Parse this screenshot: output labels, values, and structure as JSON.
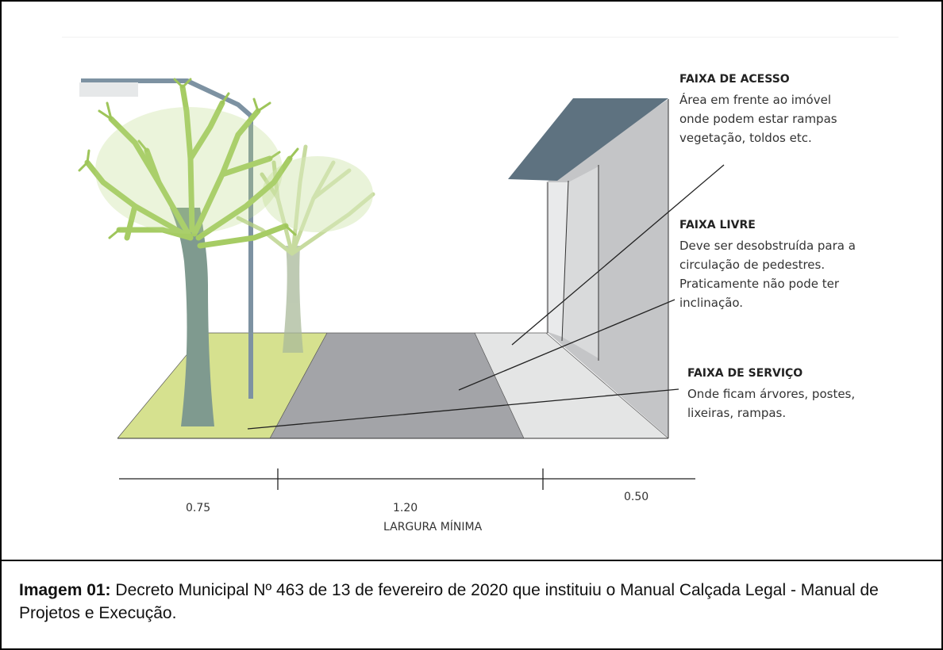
{
  "labels": {
    "acesso": {
      "title": "FAIXA DE ACESSO",
      "lines": [
        "Área em frente ao imóvel",
        "onde podem estar rampas",
        "vegetação, toldos etc."
      ]
    },
    "livre": {
      "title": "FAIXA LIVRE",
      "lines": [
        "Deve ser desobstruída para a",
        "circulação de pedestres.",
        "Praticamente não pode ter",
        "inclinação."
      ]
    },
    "servico": {
      "title": "FAIXA DE SERVIÇO",
      "lines": [
        "Onde ficam árvores, postes,",
        "lixeiras, rampas."
      ]
    }
  },
  "dimensions": {
    "servico_width": "0.75",
    "livre_width": "1.20",
    "livre_note": "LARGURA MÍNIMA",
    "acesso_width": "0.50"
  },
  "caption": {
    "bold": "Imagem 01:",
    "text": " Decreto Municipal Nº 463 de 13 de fevereiro de 2020 que instituiu o Manual Calçada Legal - Manual de Projetos e Execução."
  },
  "colors": {
    "servico_strip": "#d6e18f",
    "livre_strip": "#a3a4a8",
    "acesso_strip": "#e4e5e5",
    "wall": "#c4c5c7",
    "awning": "#5e7280",
    "tree_trunk": "#7f9a8f",
    "tree_foliage": "#a6cc64",
    "pole": "#7d92a2"
  }
}
